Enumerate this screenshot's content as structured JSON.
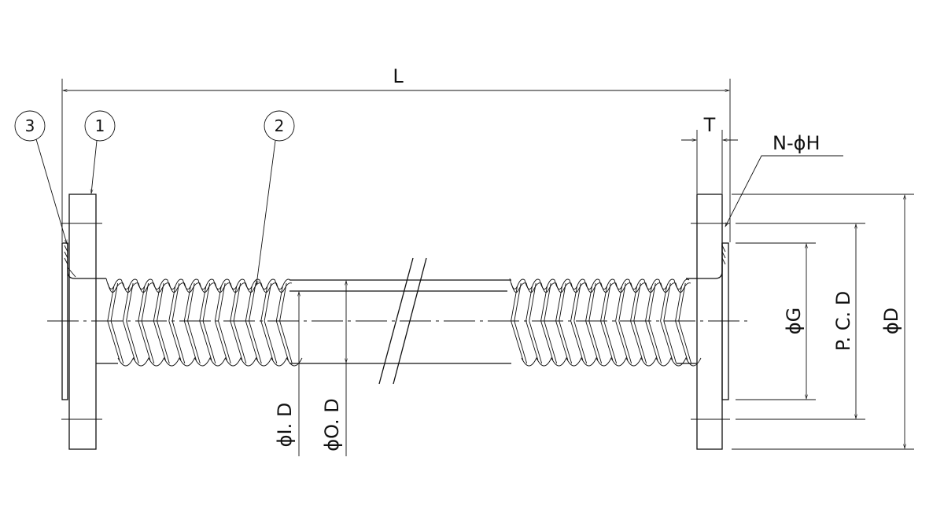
{
  "labels": {
    "length": "L",
    "thickness": "T",
    "bolt_holes": "N-ϕH",
    "gasket_dia": "ϕG",
    "pitch_circle": "P. C. D",
    "flange_dia": "ϕD",
    "inner_dia": "ϕI. D",
    "outer_dia": "ϕO. D"
  },
  "balloons": [
    "3",
    "1",
    "2"
  ],
  "colors": {
    "line": "#111111",
    "background": "#ffffff"
  }
}
